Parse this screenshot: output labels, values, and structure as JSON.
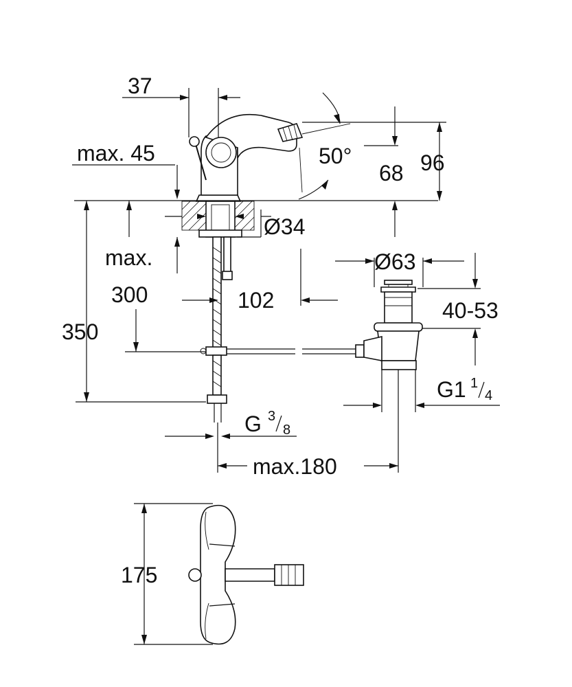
{
  "dimensions": {
    "d37": "37",
    "max45": "max. 45",
    "angle50": "50°",
    "d68": "68",
    "d96": "96",
    "dia34": "Ø34",
    "max_label": "max.",
    "d300": "300",
    "d102": "102",
    "d350": "350",
    "dia63": "Ø63",
    "d40_53": "40-53",
    "g1_main": "G1",
    "g1_num": "1",
    "g1_den": "4",
    "g38_main": "G",
    "g38_num": "3",
    "g38_den": "8",
    "max180": "max.180",
    "d175": "175"
  }
}
